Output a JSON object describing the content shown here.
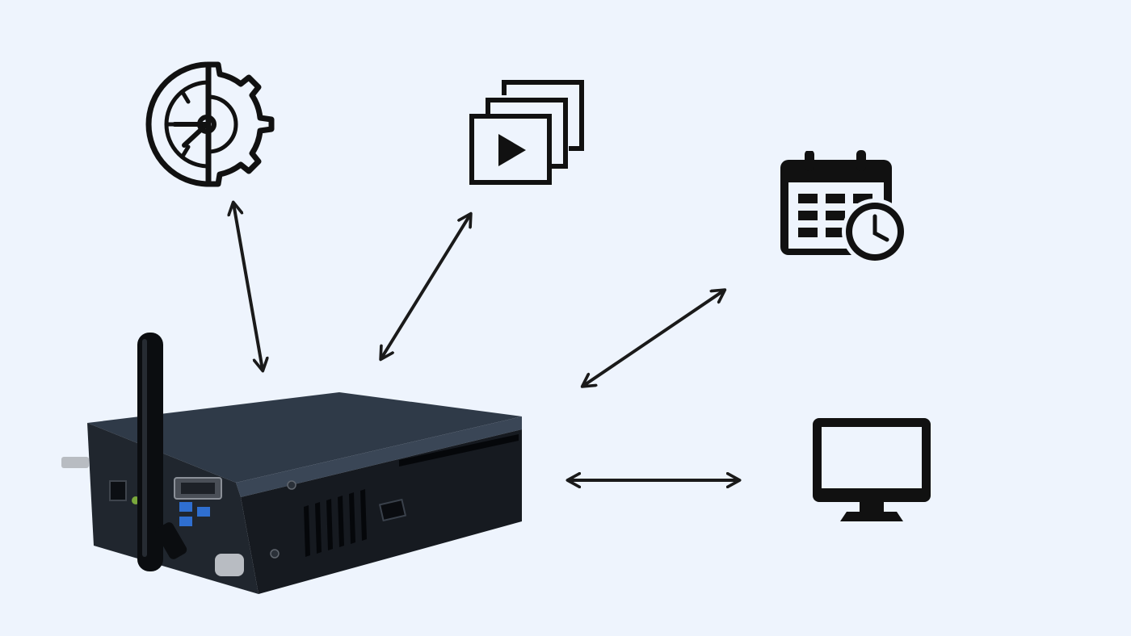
{
  "colors": {
    "background": "#eef4fd",
    "icon": "#111111",
    "arrow": "#1a1a1a",
    "device_top": "#2f3a48",
    "device_front": "#161a20",
    "device_side": "#20262e",
    "metal": "#b8bcc2",
    "port_blue": "#2f6fd0"
  },
  "icons": [
    {
      "id": "clock-gear",
      "name": "clock-gear-icon"
    },
    {
      "id": "media-playlist",
      "name": "media-playlist-icon"
    },
    {
      "id": "calendar-schedule",
      "name": "calendar-schedule-icon"
    },
    {
      "id": "monitor",
      "name": "monitor-icon"
    }
  ],
  "device": {
    "name": "mini-pc-player-with-antenna"
  },
  "connectors": [
    {
      "from": "mini-pc",
      "to": "clock-gear",
      "type": "bidirectional"
    },
    {
      "from": "mini-pc",
      "to": "media-playlist",
      "type": "bidirectional"
    },
    {
      "from": "mini-pc",
      "to": "calendar-schedule",
      "type": "bidirectional"
    },
    {
      "from": "mini-pc",
      "to": "monitor",
      "type": "bidirectional"
    }
  ]
}
